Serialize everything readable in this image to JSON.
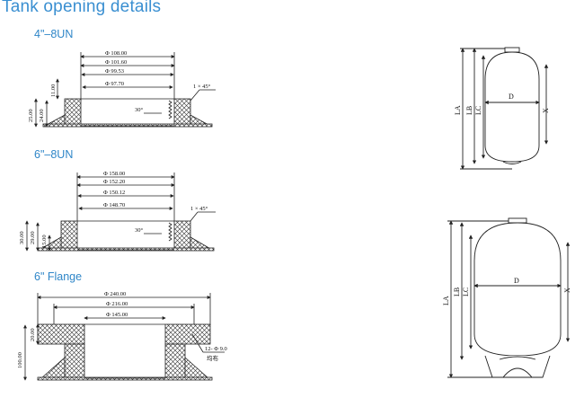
{
  "page": {
    "title": "Tank opening details"
  },
  "sections": {
    "s1": {
      "label": "4\"–8UN",
      "dims": [
        "Φ 108.00",
        "Φ 101.60",
        "Φ 99.53",
        "Φ 97.70"
      ],
      "chamfer": "1 × 45°",
      "angle": "30°",
      "heights": [
        "25.00",
        "24.00",
        "11.00"
      ]
    },
    "s2": {
      "label": "6\"–8UN",
      "dims": [
        "Φ 158.00",
        "Φ 152.20",
        "Φ 150.12",
        "Φ 148.70"
      ],
      "chamfer": "1 × 45°",
      "angle": "30°",
      "heights": [
        "30.00",
        "29.00",
        "15.00"
      ]
    },
    "s3": {
      "label": "6\" Flange",
      "dims": [
        "Φ 240.00",
        "Φ 216.00",
        "Φ 145.00"
      ],
      "bolt": "12- Φ 9.0",
      "bolt_note": "均布",
      "heights": [
        "100.00",
        "20.00"
      ]
    }
  },
  "tank1": {
    "labels": {
      "la": "LA",
      "lb": "LB",
      "lc": "LC",
      "d": "D",
      "x": "X"
    }
  },
  "tank2": {
    "labels": {
      "la": "LA",
      "lb": "LB",
      "lc": "LC",
      "d": "D",
      "x": "X"
    }
  }
}
